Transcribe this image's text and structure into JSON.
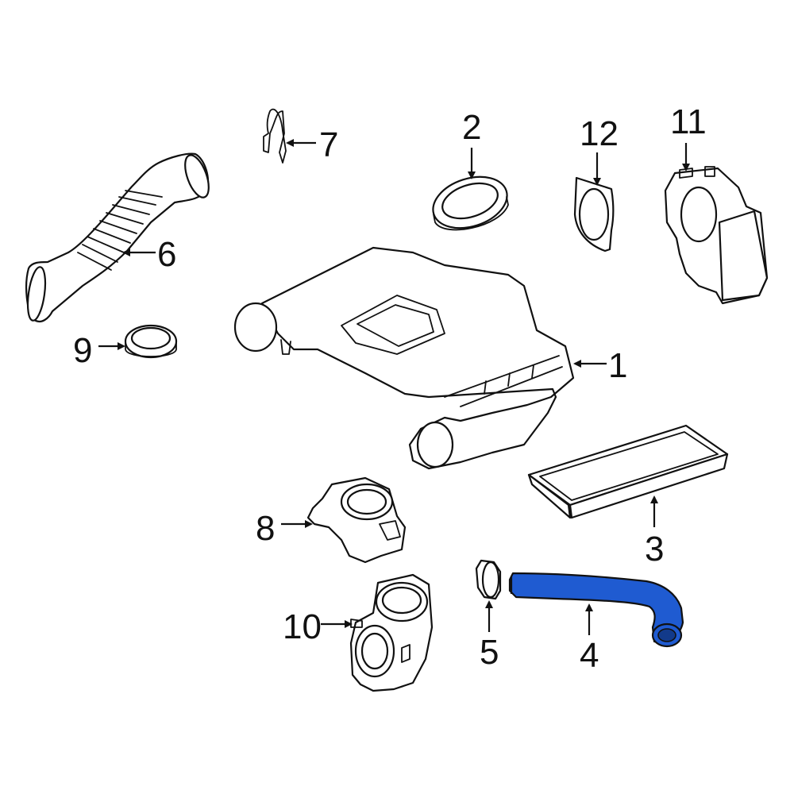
{
  "diagram": {
    "highlight_color": "#1f5bd1",
    "line_color": "#111111",
    "background_color": "#ffffff",
    "callouts": [
      {
        "id": "1",
        "label": "1"
      },
      {
        "id": "2",
        "label": "2"
      },
      {
        "id": "3",
        "label": "3"
      },
      {
        "id": "4",
        "label": "4"
      },
      {
        "id": "5",
        "label": "5"
      },
      {
        "id": "6",
        "label": "6"
      },
      {
        "id": "7",
        "label": "7"
      },
      {
        "id": "8",
        "label": "8"
      },
      {
        "id": "9",
        "label": "9"
      },
      {
        "id": "10",
        "label": "10"
      },
      {
        "id": "11",
        "label": "11"
      },
      {
        "id": "12",
        "label": "12"
      }
    ],
    "highlighted_part": "4"
  }
}
